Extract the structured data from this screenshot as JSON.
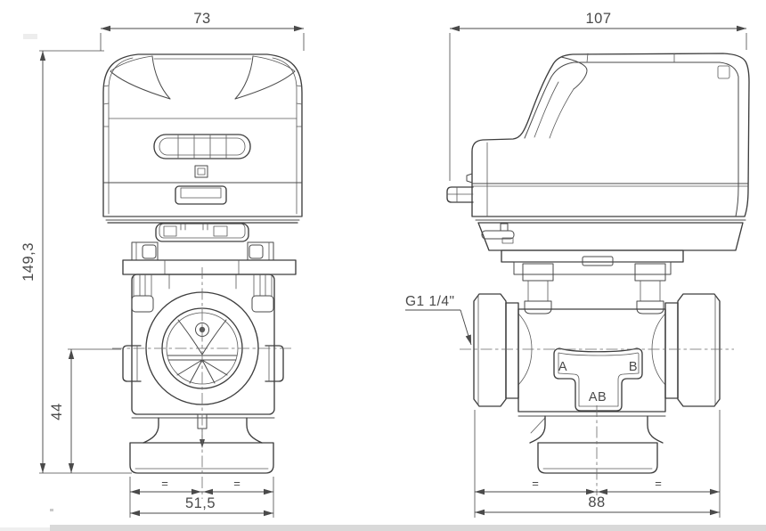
{
  "dimensions": {
    "actuator_width_front": "73",
    "actuator_width_side": "107",
    "total_height": "149,3",
    "port_center_height": "44",
    "flange_width_front": "51,5",
    "port_span_side": "88"
  },
  "labels": {
    "thread": "G1 1/4\"",
    "port_a": "A",
    "port_b": "B",
    "port_ab": "AB",
    "equal": "="
  },
  "colors": {
    "line": "#3e3e3e",
    "dimension": "#4a4a4a",
    "background": "#ffffff"
  }
}
